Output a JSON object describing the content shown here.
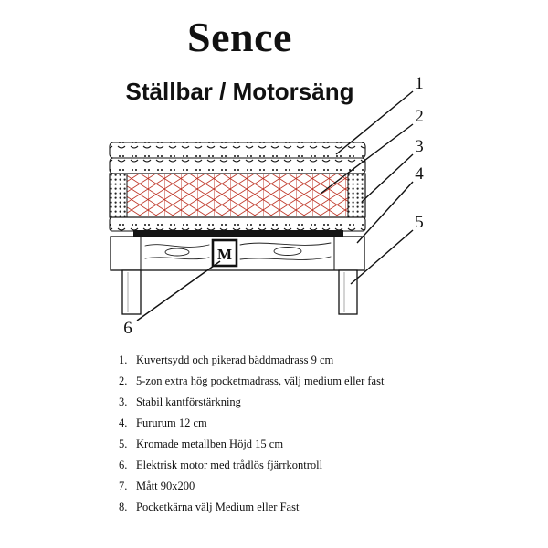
{
  "header": {
    "title": "Sence",
    "subtitle": "Ställbar / Motorsäng"
  },
  "diagram": {
    "motor_label": "M",
    "callouts": [
      {
        "n": "1"
      },
      {
        "n": "2"
      },
      {
        "n": "3"
      },
      {
        "n": "4"
      },
      {
        "n": "5"
      },
      {
        "n": "6"
      }
    ]
  },
  "legend": {
    "items": [
      {
        "num": "1.",
        "text": "Kuvertsydd och pikerad bäddmadrass 9 cm"
      },
      {
        "num": "2.",
        "text": "5-zon extra hög pocketmadrass, välj medium eller fast"
      },
      {
        "num": "3.",
        "text": "Stabil kantförstärkning"
      },
      {
        "num": "4.",
        "text": "Fururum 12 cm"
      },
      {
        "num": "5.",
        "text": "Kromade metallben Höjd 15 cm"
      },
      {
        "num": "6.",
        "text": "Elektrisk motor med trådlös fjärrkontroll"
      },
      {
        "num": "7.",
        "text": "Mått 90x200"
      },
      {
        "num": "8.",
        "text": "Pocketkärna välj  Medium eller Fast"
      }
    ]
  },
  "colors": {
    "hatch_red": "#c0392b",
    "line": "#111111"
  }
}
